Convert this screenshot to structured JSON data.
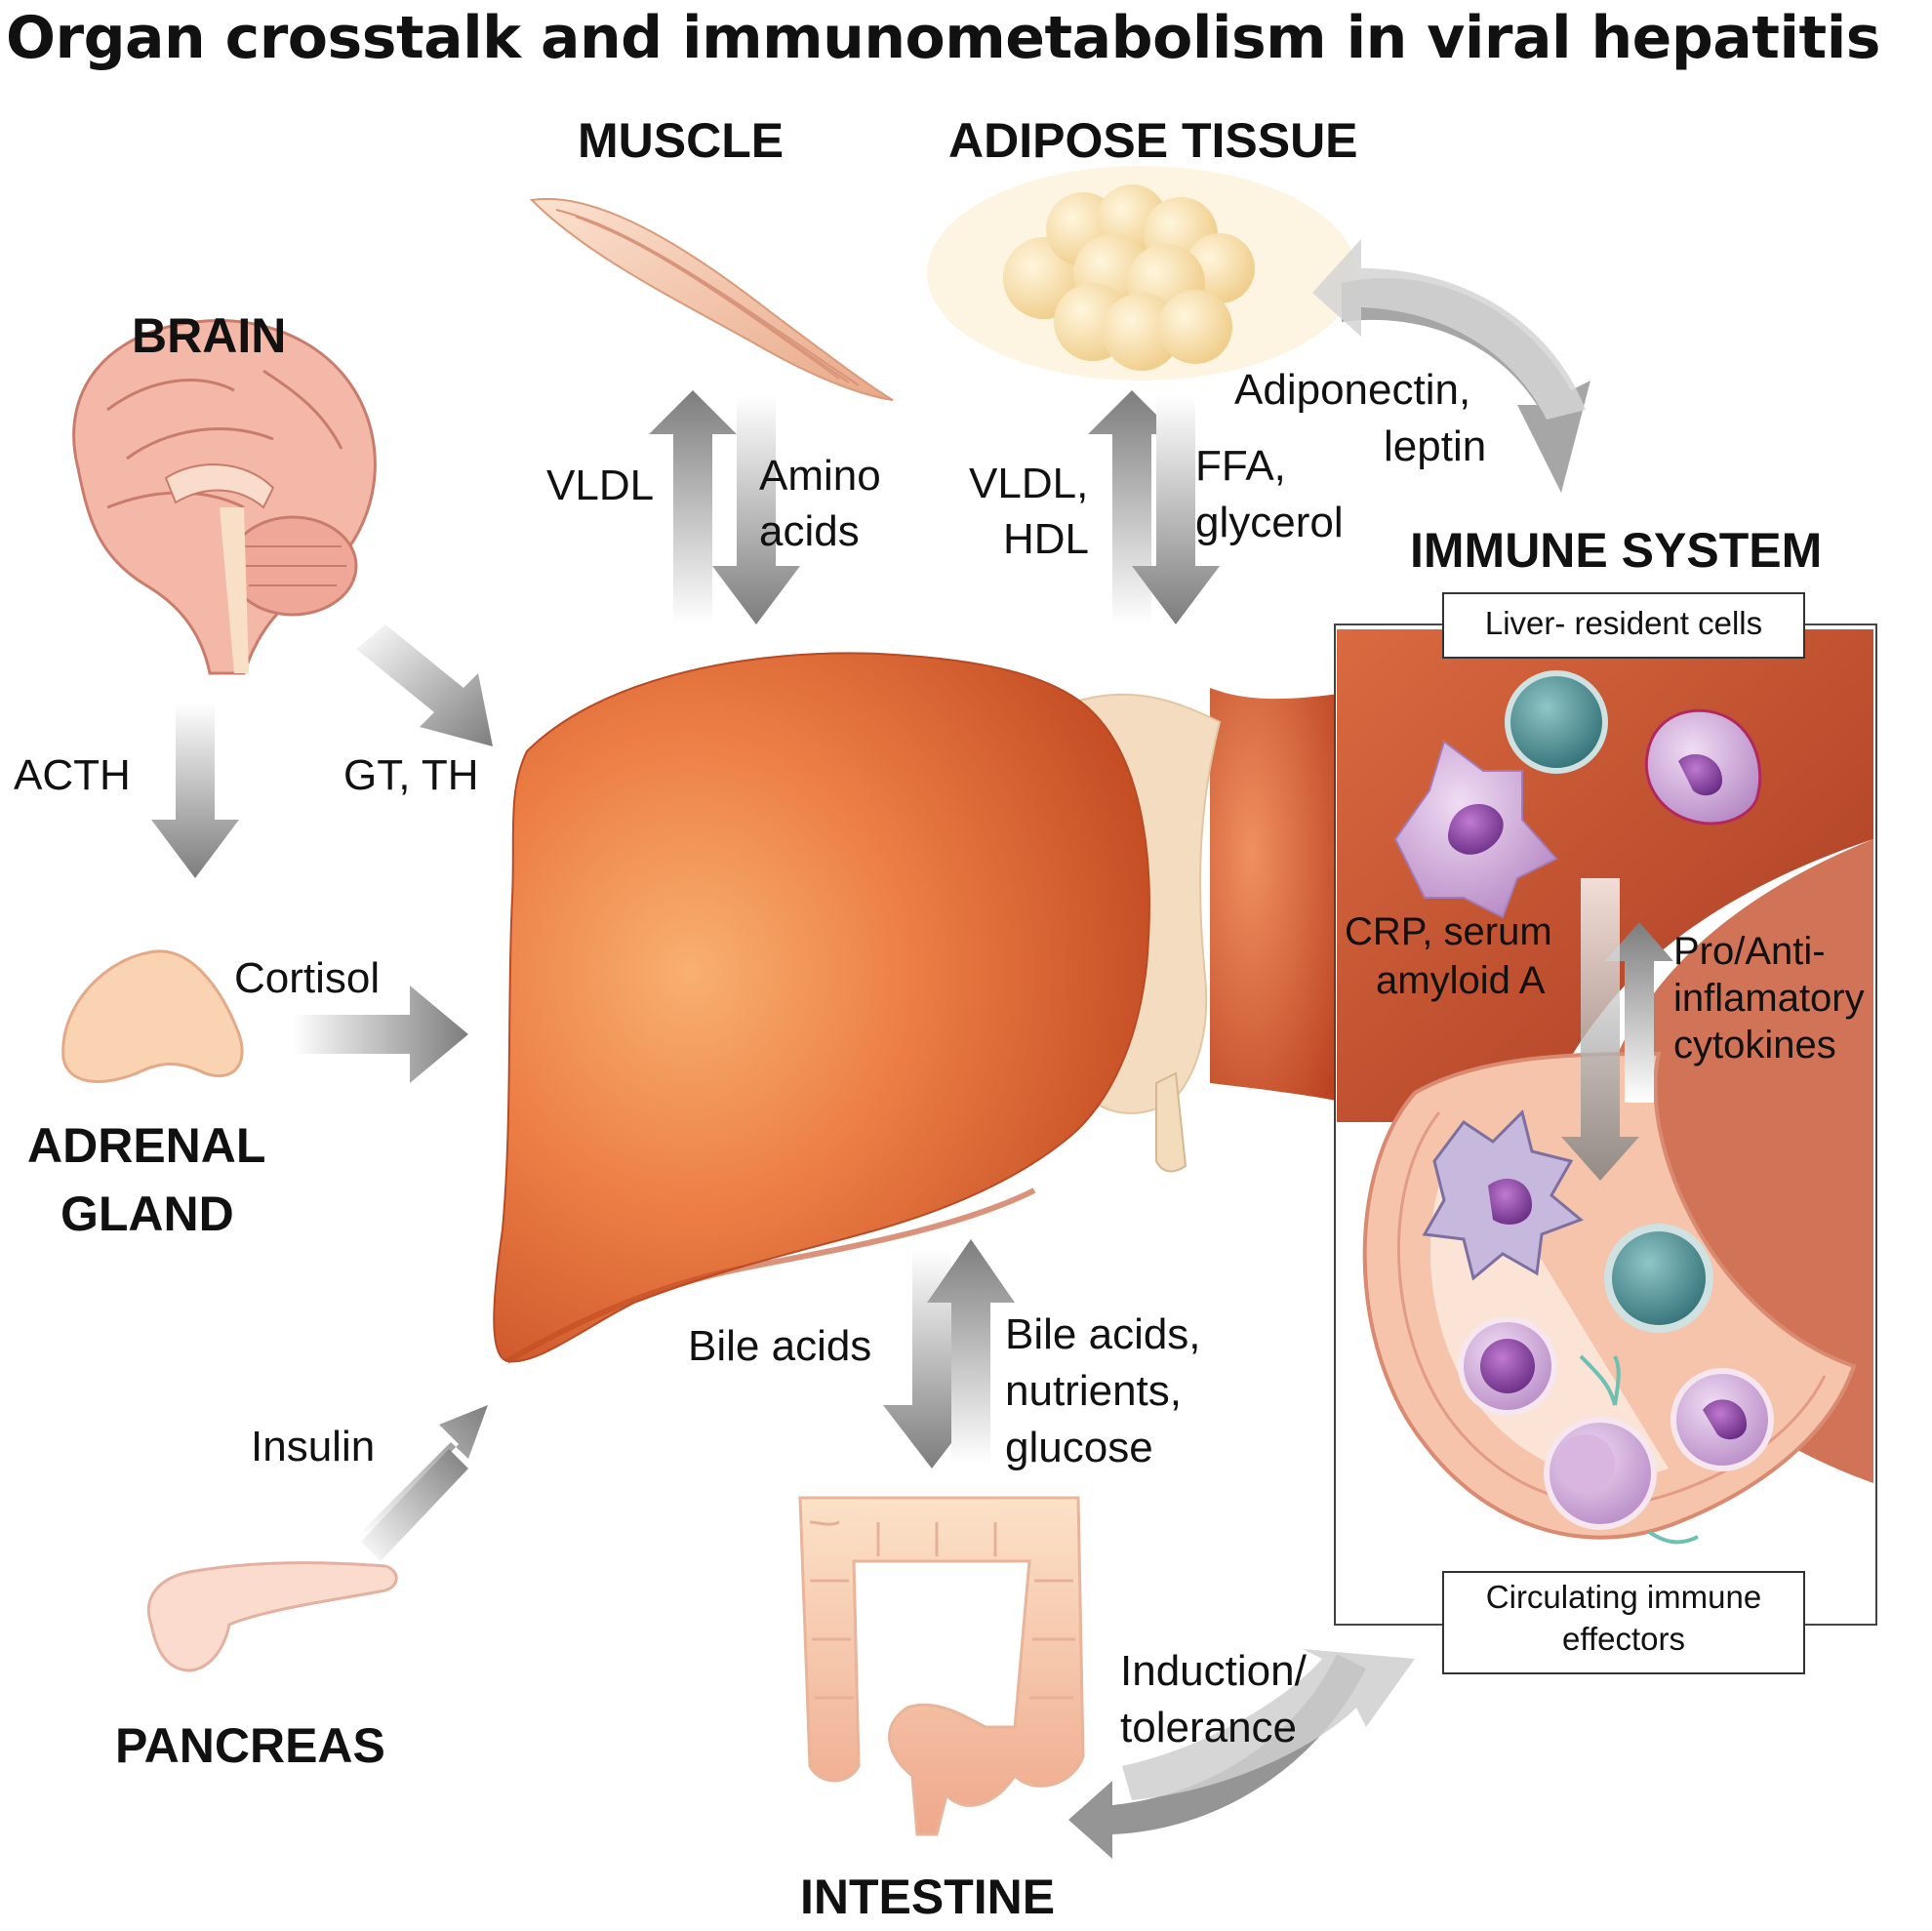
{
  "title": "Organ crosstalk and immunometabolism in viral hepatitis",
  "organs": {
    "muscle": "MUSCLE",
    "adipose": "ADIPOSE TISSUE",
    "brain": "BRAIN",
    "immune": "IMMUNE SYSTEM",
    "adrenal_line1": "ADRENAL",
    "adrenal_line2": "GLAND",
    "pancreas": "PANCREAS",
    "intestine": "INTESTINE"
  },
  "signals": {
    "muscle_out": "VLDL",
    "muscle_in_1": "Amino",
    "muscle_in_2": "acids",
    "adipose_out_1": "VLDL,",
    "adipose_out_2": "HDL",
    "adipose_in_1": "FFA,",
    "adipose_in_2": "glycerol",
    "adipokines_1": "Adiponectin,",
    "adipokines_2": "leptin",
    "acth": "ACTH",
    "gt_th": "GT, TH",
    "cortisol": "Cortisol",
    "insulin": "Insulin",
    "bile_out": "Bile acids",
    "intestine_in_1": "Bile acids,",
    "intestine_in_2": "nutrients,",
    "intestine_in_3": "glucose",
    "crp_1": "CRP, serum",
    "crp_2": "amyloid A",
    "cytokines_1": "Pro/Anti-",
    "cytokines_2": "inflamatory",
    "cytokines_3": "cytokines",
    "induction_1": "Induction/",
    "induction_2": "tolerance"
  },
  "immune_box": {
    "top_label": "Liver- resident cells",
    "bottom_label_1": "Circulating immune",
    "bottom_label_2": "effectors"
  },
  "colors": {
    "liver": "#e8733f",
    "liver_light": "#f4a56a",
    "arrow_gray": "#8a8a8a",
    "skin_pink": "#f6c9a8",
    "fat_yellow": "#f7dfa8"
  }
}
